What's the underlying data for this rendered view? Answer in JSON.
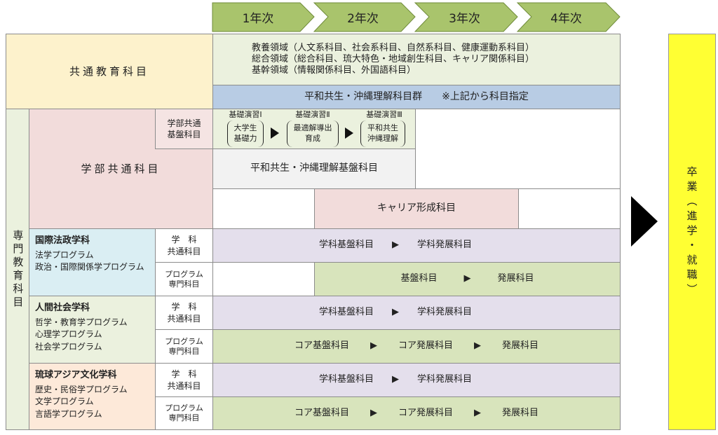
{
  "years": [
    "1年次",
    "2年次",
    "3年次",
    "4年次"
  ],
  "common": {
    "label": "共通教育科目",
    "lines": [
      "教養領域（人文系科目、社会系科目、自然系科目、健康運動系科目）",
      "総合領域（総合科目、琉大特色・地域創生科目、キャリア関係科目）",
      "基幹領域（情報関係科目、外国語科目）"
    ],
    "peace_bar": "平和共生・沖縄理解科目群　　※上記から科目指定"
  },
  "specialized_label": "専門教育科目",
  "faculty": {
    "label": "学部共通科目",
    "basic_label": "学部共通基盤科目",
    "seminars": [
      {
        "title": "基礎演習Ⅰ",
        "content": "大学生\n基礎力"
      },
      {
        "title": "基礎演習Ⅱ",
        "content": "最適解導出\n育成"
      },
      {
        "title": "基礎演習Ⅲ",
        "content": "平和共生\n沖縄理解"
      }
    ],
    "peace_basic": "平和共生・沖縄理解基盤科目",
    "career": "キャリア形成科目"
  },
  "labels": {
    "dept_common": "学　科\n共通科目",
    "program_specialized": "プログラム\n専門科目"
  },
  "departments": [
    {
      "name": "国際法政学科",
      "programs": [
        "法学プログラム",
        "政治・国際関係学プログラム"
      ],
      "common_flow": [
        "学科基盤科目",
        "▶",
        "学科発展科目"
      ],
      "program_flow": [
        "基盤科目",
        "▶",
        "発展科目"
      ]
    },
    {
      "name": "人間社会学科",
      "programs": [
        "哲学・教育学プログラム",
        "心理学プログラム",
        "社会学プログラム"
      ],
      "common_flow": [
        "学科基盤科目",
        "▶",
        "学科発展科目"
      ],
      "program_flow": [
        "コア基盤科目",
        "▶",
        "コア発展科目",
        "▶",
        "発展科目"
      ]
    },
    {
      "name": "琉球アジア文化学科",
      "programs": [
        "歴史・民俗学プログラム",
        "文学プログラム",
        "言語学プログラム"
      ],
      "common_flow": [
        "学科基盤科目",
        "▶",
        "学科発展科目"
      ],
      "program_flow": [
        "コア基盤科目",
        "▶",
        "コア発展科目",
        "▶",
        "発展科目"
      ]
    }
  ],
  "graduation": "卒業（進学・就職）",
  "colors": {
    "year_chevron": "#9bbb59",
    "graduation": "#ffff33",
    "arrow": "#000000"
  }
}
